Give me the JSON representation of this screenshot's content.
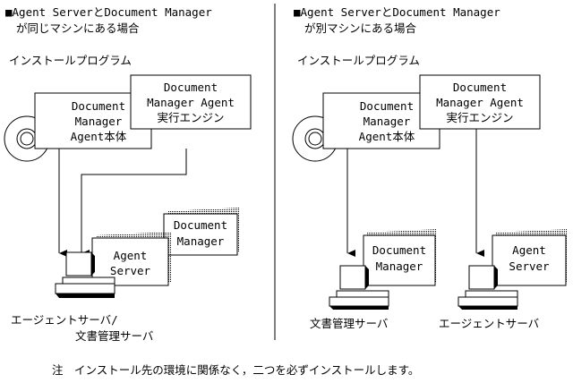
{
  "left": {
    "heading_line1": "■Agent ServerとDocument Manager",
    "heading_line2": "が同じマシンにある場合",
    "installer_label": "インストールプログラム",
    "box_agent_body": [
      "Document",
      "Manager",
      "Agent本体"
    ],
    "box_engine": [
      "Document",
      "Manager Agent",
      "実行エンジン"
    ],
    "box_dm": [
      "Document",
      "Manager"
    ],
    "box_agent_server": [
      "Agent",
      "Server"
    ],
    "machine_label_line1": "エージェントサーバ/",
    "machine_label_line2": "文書管理サーバ"
  },
  "right": {
    "heading_line1": "■Agent ServerとDocument Manager",
    "heading_line2": "が別マシンにある場合",
    "installer_label": "インストールプログラム",
    "box_agent_body": [
      "Document",
      "Manager",
      "Agent本体"
    ],
    "box_engine": [
      "Document",
      "Manager Agent",
      "実行エンジン"
    ],
    "box_dm": [
      "Document",
      "Manager"
    ],
    "box_agent_server": [
      "Agent",
      "Server"
    ],
    "machine1_label": "文書管理サーバ",
    "machine2_label": "エージェントサーバ"
  },
  "note": "注　インストール先の環境に関係なく，二つを必ずインストールします。"
}
